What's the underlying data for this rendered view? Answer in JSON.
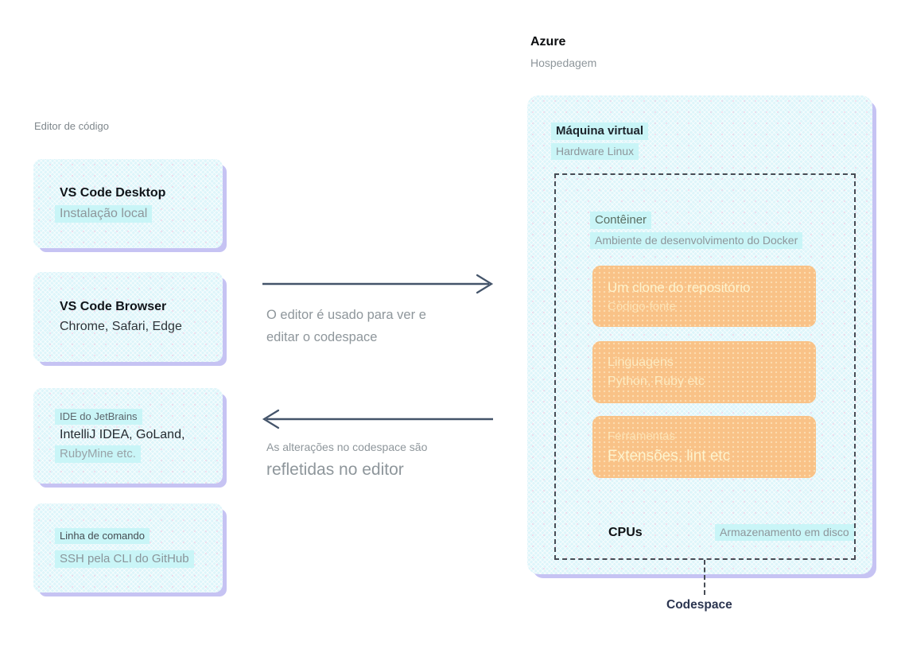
{
  "colors": {
    "box_cyan": "#ddf5fa",
    "highlight_cyan": "#c9f5f7",
    "shadow_lavender": "#c6c3f3",
    "orange": "#f9c287",
    "orange_text": "#fdf3cd",
    "arrow": "#44546a",
    "dashed_border": "#474c55",
    "gray_text": "#8e969b",
    "codespace_label_color": "#2b3550"
  },
  "azure": {
    "title": "Azure",
    "subtitle": "Hospedagem"
  },
  "editor_column": {
    "label": "Editor de código",
    "vscode_desktop": {
      "title": "VS Code Desktop",
      "subtitle": "Instalação local"
    },
    "vscode_browser": {
      "title": "VS Code Browser",
      "subtitle": "Chrome, Safari, Edge"
    },
    "jetbrains": {
      "label": "IDE do JetBrains",
      "title": "IntelliJ IDEA, GoLand,",
      "subtitle": "RubyMine etc."
    },
    "cli": {
      "label": "Linha de comando",
      "subtitle": "SSH pela CLI do GitHub"
    }
  },
  "flows": {
    "editor_to_codespace": {
      "line1": "O editor é usado para ver e",
      "line2": "editar o codespace"
    },
    "codespace_to_editor": {
      "line1": "As alterações no codespace são",
      "line2": "refletidas no editor"
    }
  },
  "vm": {
    "title": "Máquina virtual",
    "subtitle": "Hardware Linux"
  },
  "container": {
    "title": "Contêiner",
    "subtitle": "Ambiente de desenvolvimento do Docker",
    "repo": {
      "title": "Um clone do repositório",
      "subtitle": "Código-fonte"
    },
    "languages": {
      "title": "Linguagens",
      "subtitle": "Python, Ruby etc"
    },
    "tools": {
      "title": "Ferramentas",
      "subtitle": "Extensões, lint etc"
    },
    "cpus": "CPUs",
    "storage": "Armazenamento em disco"
  },
  "codespace_label": "Codespace"
}
